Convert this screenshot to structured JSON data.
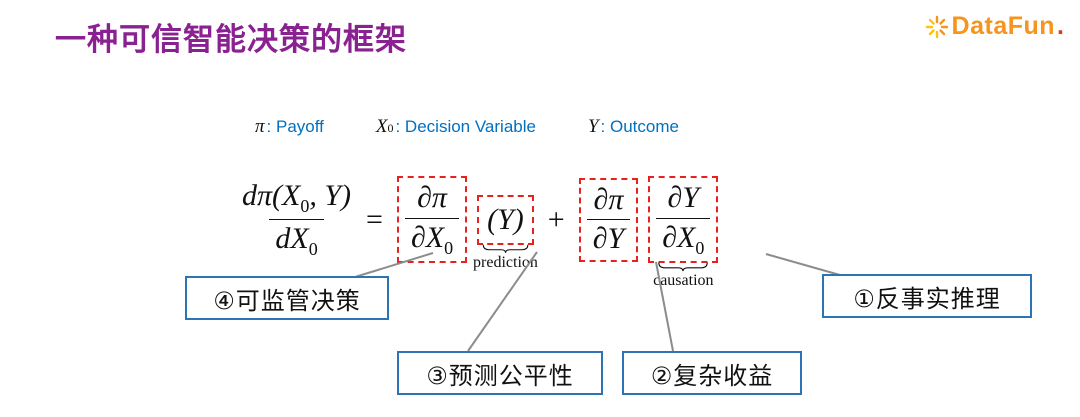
{
  "header": {
    "title": "一种可信智能决策的框架",
    "logo_text": "DataFun",
    "logo_dot": "."
  },
  "legend": {
    "items": [
      {
        "sym": "π",
        "sub": "",
        "desc": ": Payoff"
      },
      {
        "sym": "X",
        "sub": "0",
        "desc": ": Decision Variable"
      },
      {
        "sym": "Y",
        "sub": "",
        "desc": ": Outcome"
      }
    ]
  },
  "formula": {
    "lhs": {
      "num_pre": "dπ(X",
      "num_sub": "0",
      "num_post": ", Y)",
      "den_pre": "dX",
      "den_sub": "0"
    },
    "equals": "=",
    "plus": "+",
    "term_pred_grad": {
      "num": "∂π",
      "den_pre": "∂X",
      "den_sub": "0"
    },
    "term_prediction": {
      "text": "(Y)",
      "brace_label": "prediction"
    },
    "term_payoff_grad": {
      "num": "∂π",
      "den": "∂Y"
    },
    "term_causation": {
      "num": "∂Y",
      "den_pre": "∂X",
      "den_sub": "0",
      "brace_label": "causation"
    }
  },
  "callouts": [
    {
      "label": "④可监管决策"
    },
    {
      "label": "③预测公平性"
    },
    {
      "label": "②复杂收益"
    },
    {
      "label": "①反事实推理"
    }
  ],
  "colors": {
    "title_purple": "#8A2190",
    "legend_blue": "#0070C0",
    "callout_border_blue": "#2E74B5",
    "formula_red": "#E8201E",
    "connector_gray": "#8C8C8C",
    "logo_orange": "#F7941D",
    "logo_red": "#E8380D"
  }
}
